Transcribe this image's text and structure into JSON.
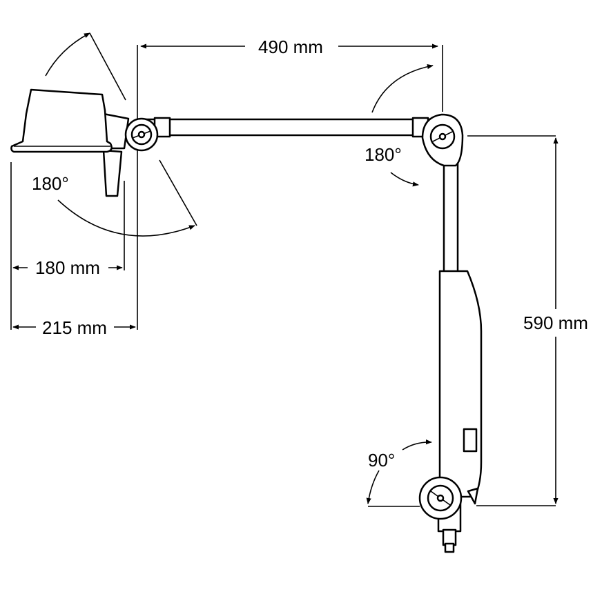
{
  "dimensions": {
    "arm_length": "490 mm",
    "height": "590 mm",
    "head_depth_inner": "180 mm",
    "head_depth_outer": "215 mm"
  },
  "angles": {
    "head_rotation": "180°",
    "elbow_rotation": "180°",
    "base_rotation": "90°"
  }
}
